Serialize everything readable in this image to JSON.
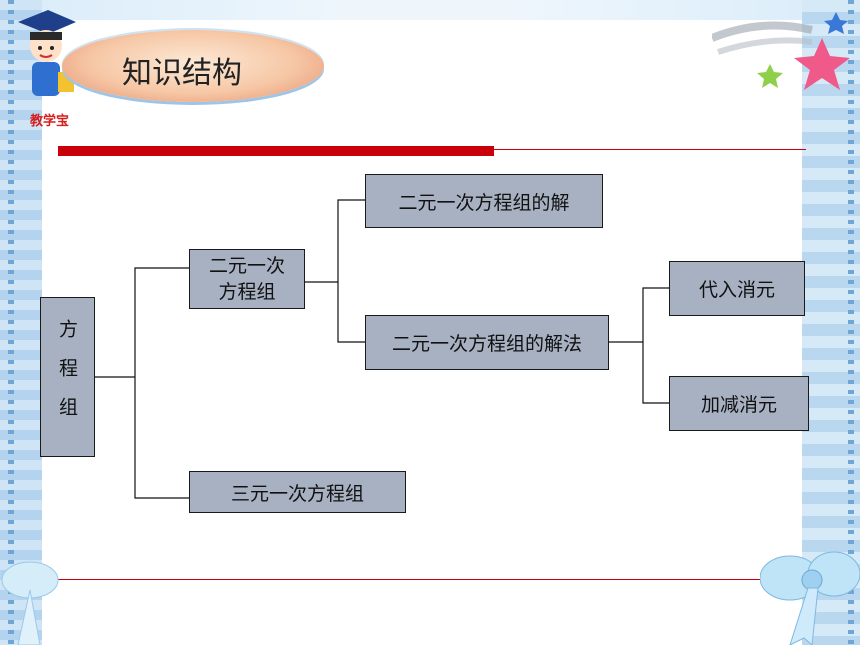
{
  "header": {
    "title": "知识结构",
    "brand": "教学宝"
  },
  "colors": {
    "node_fill": "#a7b1c2",
    "accent_red": "#c9000a"
  },
  "diagram": {
    "root": "方程组",
    "level1": {
      "binary": "二元一次\n方程组",
      "ternary": "三元一次方程组"
    },
    "level2": {
      "solution": "二元一次方程组的解",
      "method": "二元一次方程组的解法"
    },
    "level3": {
      "substitution": "代入消元",
      "elimination": "加减消元"
    }
  }
}
